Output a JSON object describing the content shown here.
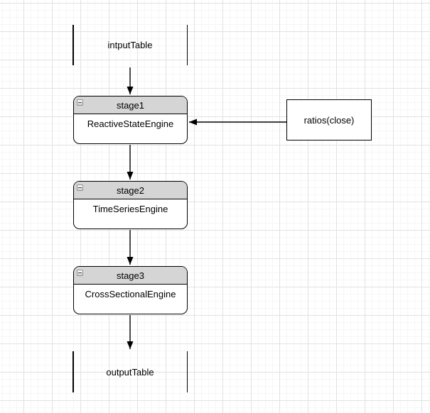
{
  "diagram": {
    "input_table": {
      "label": "intputTable"
    },
    "stages": [
      {
        "title": "stage1",
        "engine": "ReactiveStateEngine"
      },
      {
        "title": "stage2",
        "engine": "TimeSeriesEngine"
      },
      {
        "title": "stage3",
        "engine": "CrossSectionalEngine"
      }
    ],
    "parameter_box": {
      "label": "ratios(close)"
    },
    "output_table": {
      "label": "outputTable"
    }
  },
  "icons": {
    "collapse": "minus-square"
  },
  "colors": {
    "canvas_background": "#ffffff",
    "grid_minor": "#f6f6f6",
    "grid_major": "#e2e2e2",
    "shape_border": "#000000",
    "stage_header_fill": "#d5d5d5",
    "arrow": "#000000"
  }
}
